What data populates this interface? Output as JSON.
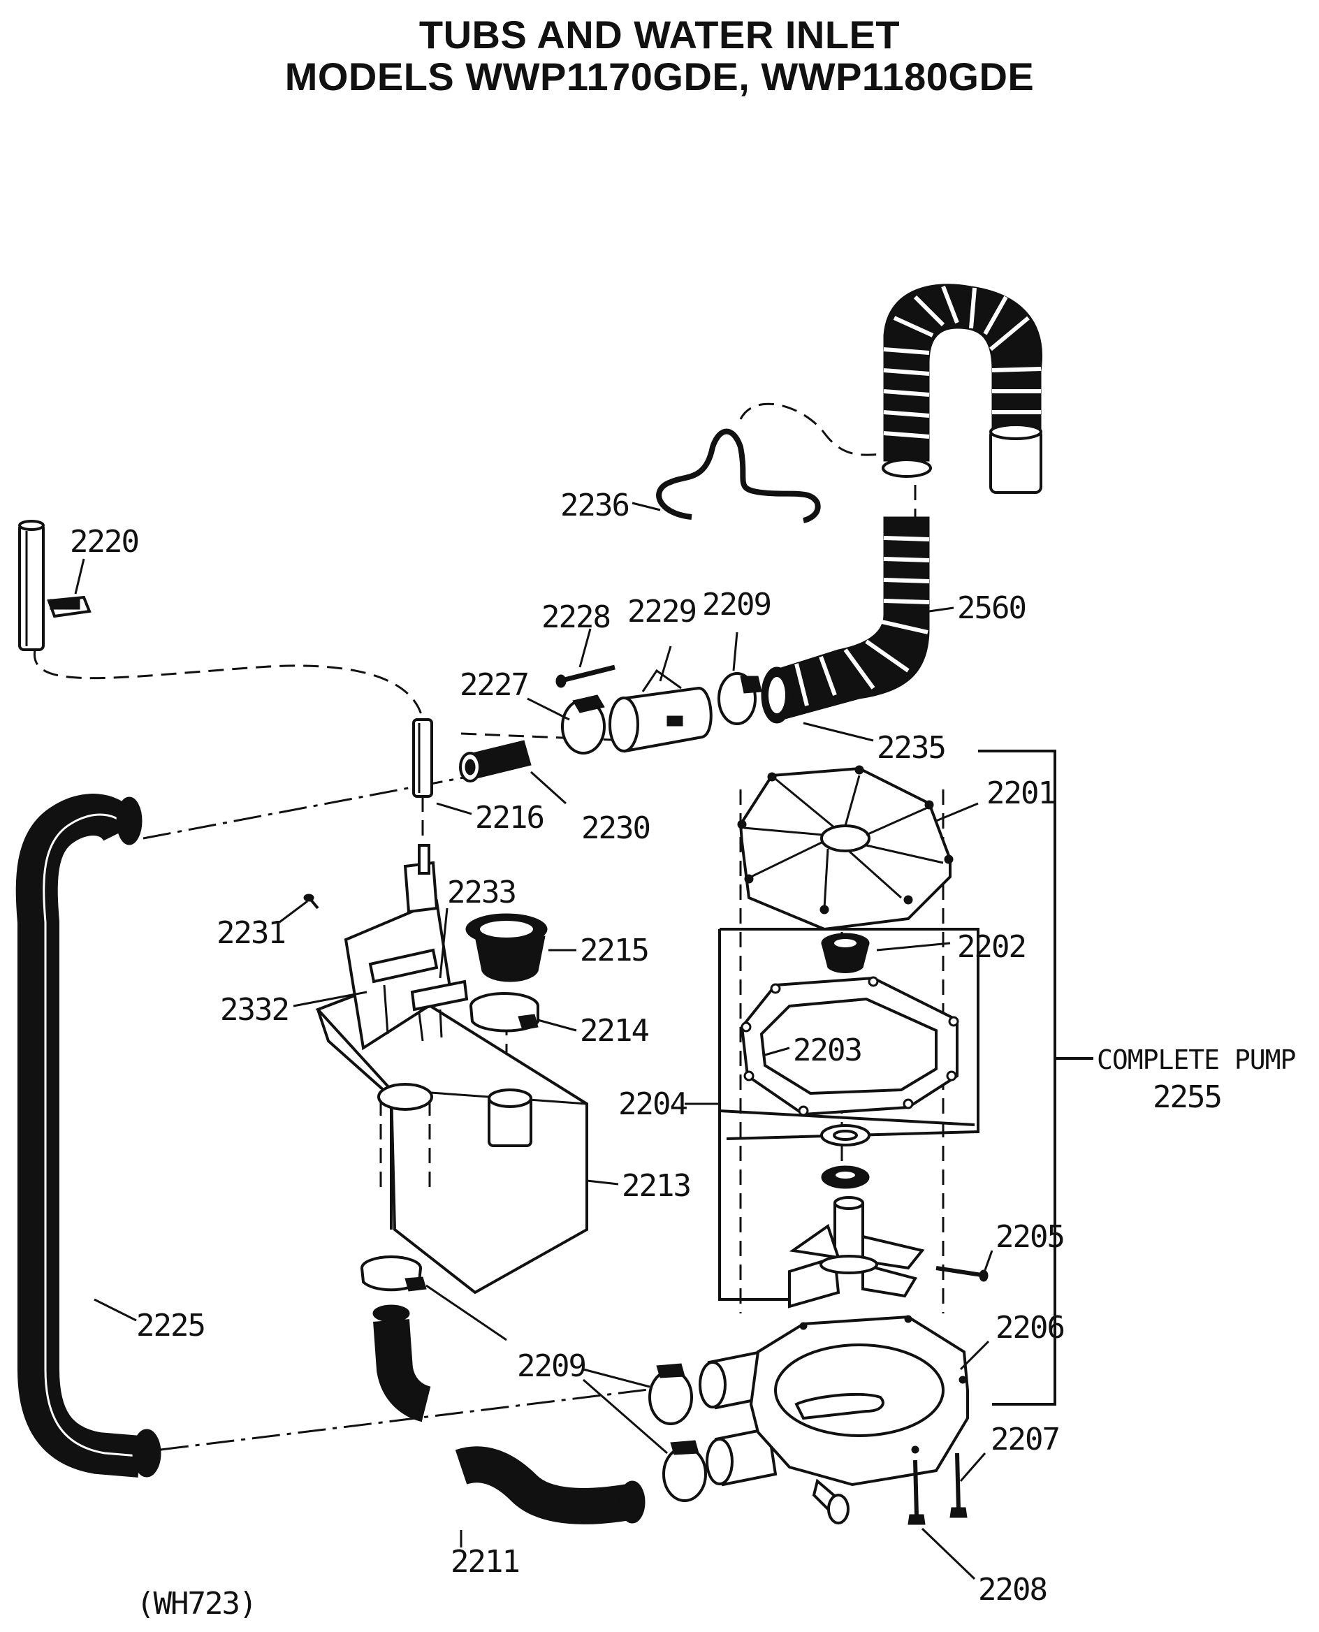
{
  "title": {
    "line1": "TUBS AND WATER INLET",
    "line2": "MODELS WWP1170GDE, WWP1180GDE"
  },
  "labels": {
    "p2236": "2236",
    "p2220": "2220",
    "p2228": "2228",
    "p2229": "2229",
    "p2209_top": "2209",
    "p2560": "2560",
    "p2227": "2227",
    "p2235": "2235",
    "p2216": "2216",
    "p2230": "2230",
    "p2201": "2201",
    "p2233": "2233",
    "p2231": "2231",
    "p2215": "2215",
    "p2202": "2202",
    "p2332": "2332",
    "p2214": "2214",
    "p2203": "2203",
    "p2204": "2204",
    "p2213": "2213",
    "p2205": "2205",
    "p2225": "2225",
    "p2206": "2206",
    "p2209_bottom": "2209",
    "p2207": "2207",
    "p2211": "2211",
    "p2208": "2208",
    "complete_pump": "COMPLETE  PUMP",
    "p2255": "2255"
  },
  "footer": {
    "code": "(WH723)"
  }
}
